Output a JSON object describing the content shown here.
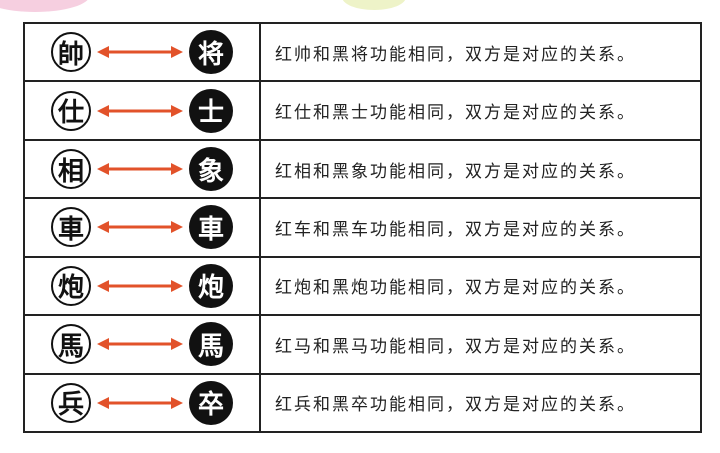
{
  "rows": [
    {
      "red": "帥",
      "black": "将",
      "desc": "红帅和黑将功能相同，双方是对应的关系。"
    },
    {
      "red": "仕",
      "black": "士",
      "desc": "红仕和黑士功能相同，双方是对应的关系。"
    },
    {
      "red": "相",
      "black": "象",
      "desc": "红相和黑象功能相同，双方是对应的关系。"
    },
    {
      "red": "車",
      "black": "車",
      "desc": "红车和黑车功能相同，双方是对应的关系。"
    },
    {
      "red": "炮",
      "black": "炮",
      "desc": "红炮和黑炮功能相同，双方是对应的关系。"
    },
    {
      "red": "馬",
      "black": "馬",
      "desc": "红马和黑马功能相同，双方是对应的关系。"
    },
    {
      "red": "兵",
      "black": "卒",
      "desc": "红兵和黑卒功能相同，双方是对应的关系。"
    }
  ],
  "arrow": {
    "icon": "double-arrow-icon",
    "color": "#e2522a"
  }
}
